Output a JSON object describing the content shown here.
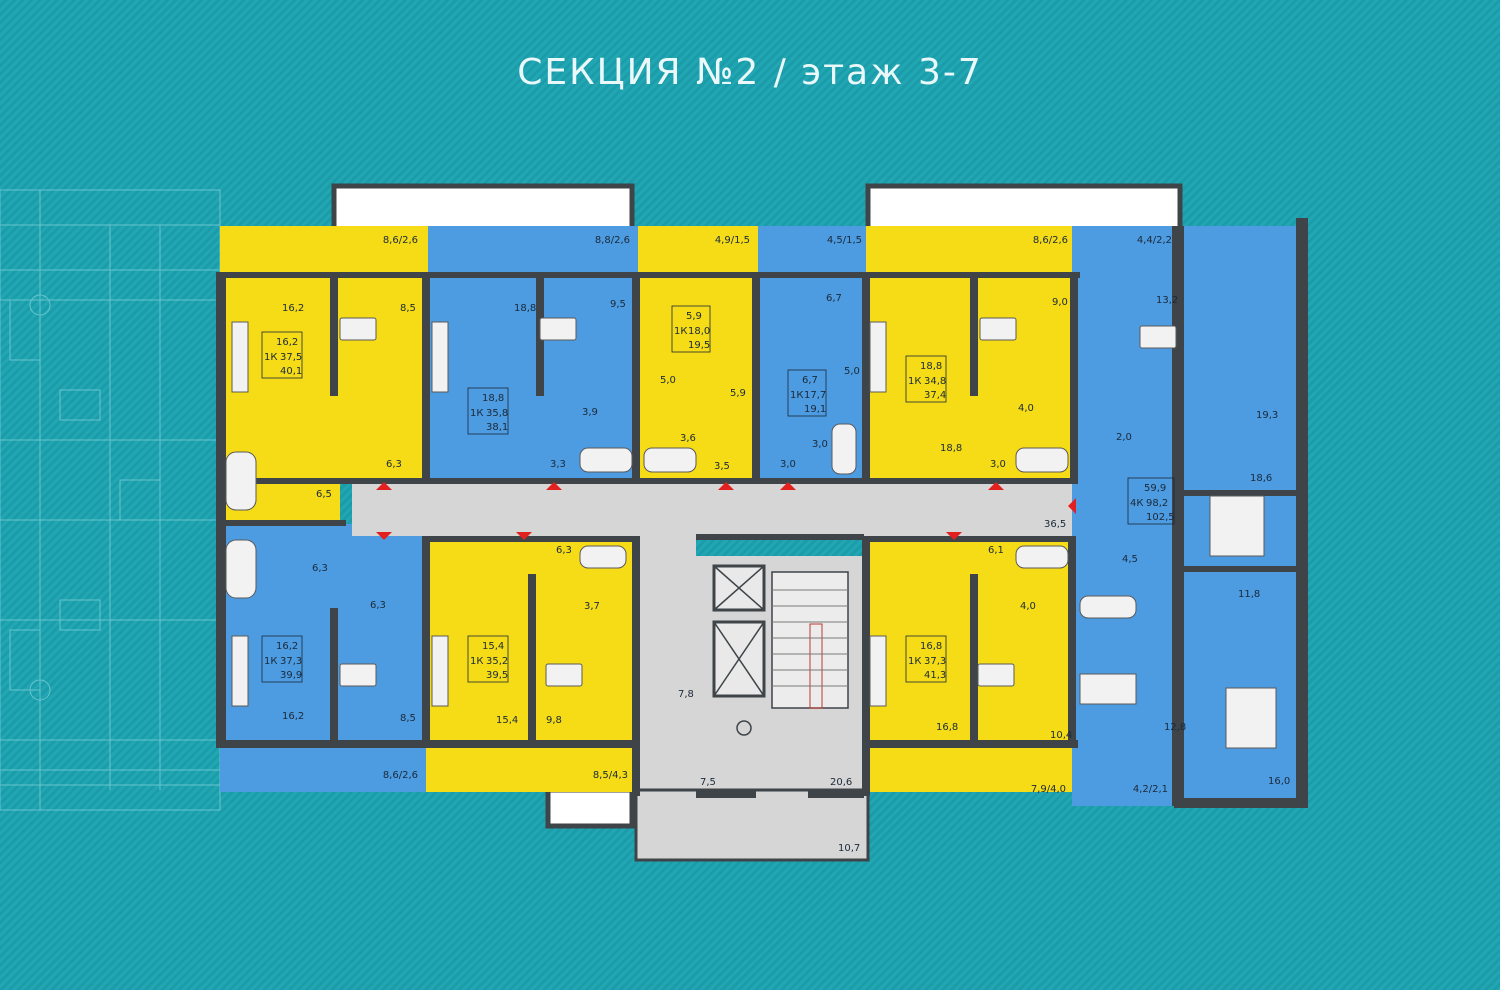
{
  "title": "СЕКЦИЯ №2 / этаж 3-7",
  "colors": {
    "yellow": "#f5dc17",
    "blue": "#4d9be0",
    "gray": "#d6d6d6",
    "wall": "#3e4448",
    "background": "#1fa3b0"
  },
  "balconies": {
    "top": [
      "8,6/2,6",
      "8,8/2,6",
      "4,9/1,5",
      "4,5/1,5",
      "8,6/2,6",
      "4,4/2,2"
    ],
    "bottom": [
      "8,6/2,6",
      "8,5/4,3",
      "7,9/4,0",
      "4,2/2,1"
    ]
  },
  "apartments": [
    {
      "id": "a1",
      "rooms": "1К",
      "living": "16,2",
      "total": "37,5",
      "full": "40,1"
    },
    {
      "id": "a2",
      "rooms": "1К",
      "living": "18,8",
      "total": "35,8",
      "full": "38,1"
    },
    {
      "id": "a3",
      "rooms": "1К",
      "living": "5,9",
      "total": "18,0",
      "full": "19,5"
    },
    {
      "id": "a4",
      "rooms": "1К",
      "living": "6,7",
      "total": "17,7",
      "full": "19,1"
    },
    {
      "id": "a5",
      "rooms": "1К",
      "living": "18,8",
      "total": "34,8",
      "full": "37,4"
    },
    {
      "id": "a6",
      "rooms": "4К",
      "living": "59,9",
      "total": "98,2",
      "full": "102,5"
    },
    {
      "id": "a7",
      "rooms": "1К",
      "living": "16,2",
      "total": "37,3",
      "full": "39,9"
    },
    {
      "id": "a8",
      "rooms": "1К",
      "living": "15,4",
      "total": "35,2",
      "full": "39,5"
    },
    {
      "id": "a9",
      "rooms": "1К",
      "living": "16,8",
      "total": "37,3",
      "full": "41,3"
    }
  ],
  "room_areas": [
    "16,2",
    "8,5",
    "6,3",
    "6,5",
    "18,8",
    "9,5",
    "3,9",
    "3,3",
    "5,0",
    "3,6",
    "5,9",
    "3,5",
    "6,7",
    "5,0",
    "3,0",
    "3,0",
    "9,0",
    "4,0",
    "18,8",
    "3,0",
    "13,2",
    "2,0",
    "19,3",
    "18,6",
    "36,5",
    "6,3",
    "6,3",
    "16,2",
    "8,5",
    "6,3",
    "3,7",
    "15,4",
    "9,8",
    "7,8",
    "7,5",
    "20,6",
    "10,7",
    "6,1",
    "4,0",
    "16,8",
    "10,4",
    "4,5",
    "11,8",
    "12,8",
    "16,0"
  ]
}
